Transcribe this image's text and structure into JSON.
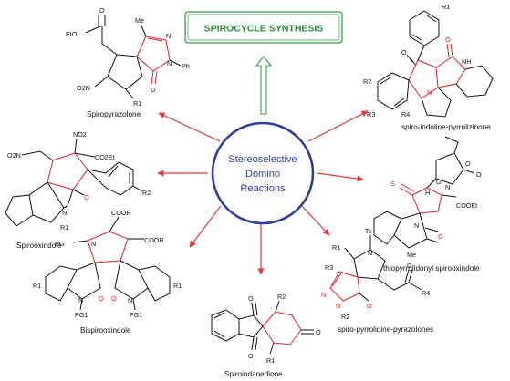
{
  "title": "SPIROCYCLE SYNTHESIS",
  "center": {
    "line1": "Stereoselective",
    "line2": "Domino",
    "line3": "Reactions"
  },
  "labels": {
    "spiropyrazolone": "Spiropyrazolone",
    "spiro_indoline_pyrrolizinone": "spiro-indoline-pyrrolizinone",
    "spirooxindole": "Spirooxindole",
    "thiopyrrolidonyl": "thiopyrrolidonyl spirooxindole",
    "bispirooxindole": "Bispirooxindole",
    "spiro_pyrrolidine_pyrazolones": "spiro-pyrrolidine-pyrazolones",
    "spiroindanedione": "Spiroindanedione"
  },
  "atoms": {
    "me": "Me",
    "n": "N",
    "ph": "Ph",
    "o": "O",
    "eto": "EtO",
    "o2n": "O2N",
    "r1": "R1",
    "nh": "NH",
    "h": "H",
    "r2": "R2",
    "r3": "R3",
    "r4": "R4",
    "no2": "NO2",
    "co2et": "CO2Et",
    "s": "S",
    "cooet": "COOEt",
    "cooR": "COOR",
    "pg": "PG",
    "pg1": "PG1",
    "ts": "Ts"
  },
  "colors": {
    "arrow": "#e03a3a",
    "title_text": "#2e8b3a",
    "title_border": "#3a9a4a",
    "circle": "#2e3f9c",
    "center_text": "#2e3f9c",
    "highlight": "#d22222"
  }
}
